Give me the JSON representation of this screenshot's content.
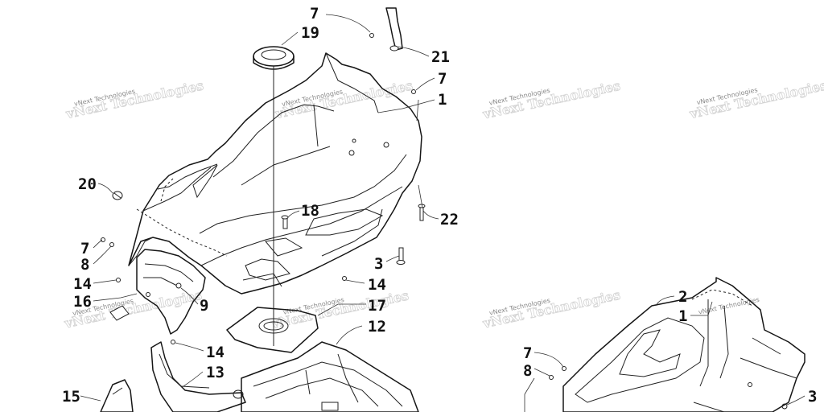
{
  "diagram": {
    "callouts": {
      "c7a": "7",
      "c19": "19",
      "c21": "21",
      "c7b": "7",
      "c1a": "1",
      "c20": "20",
      "c18": "18",
      "c22": "22",
      "c7c": "7",
      "c8a": "8",
      "c3a": "3",
      "c14a": "14",
      "c14b": "14",
      "c16": "16",
      "c9": "9",
      "c17": "17",
      "c12": "12",
      "c14c": "14",
      "c13": "13",
      "c15": "15",
      "c2": "2",
      "c1b": "1",
      "c7d": "7",
      "c8b": "8",
      "c3b": "3"
    },
    "watermark": {
      "text": "vNext Technologies"
    }
  }
}
